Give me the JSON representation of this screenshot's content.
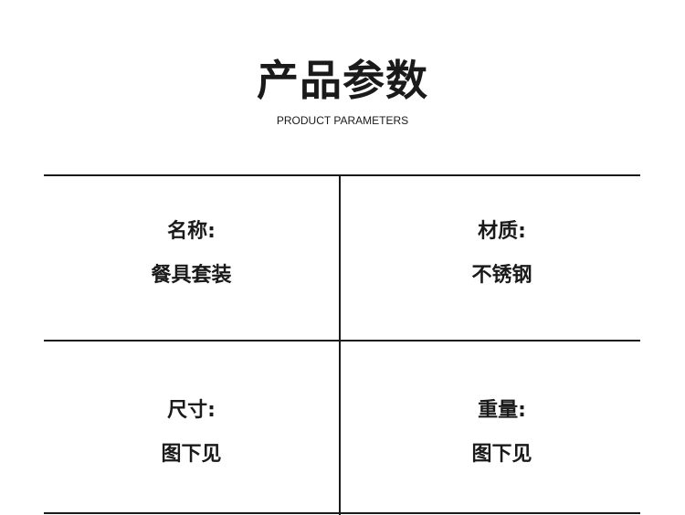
{
  "header": {
    "title": "产品参数",
    "subtitle": "PRODUCT PARAMETERS"
  },
  "params": [
    {
      "label": "名称:",
      "value": "餐具套装"
    },
    {
      "label": "材质:",
      "value": "不锈钢"
    },
    {
      "label": "尺寸:",
      "value": "图下见"
    },
    {
      "label": "重量:",
      "value": "图下见"
    }
  ],
  "colors": {
    "text": "#1a1a1a",
    "lines": "#1a1a1a",
    "background": "#ffffff"
  }
}
